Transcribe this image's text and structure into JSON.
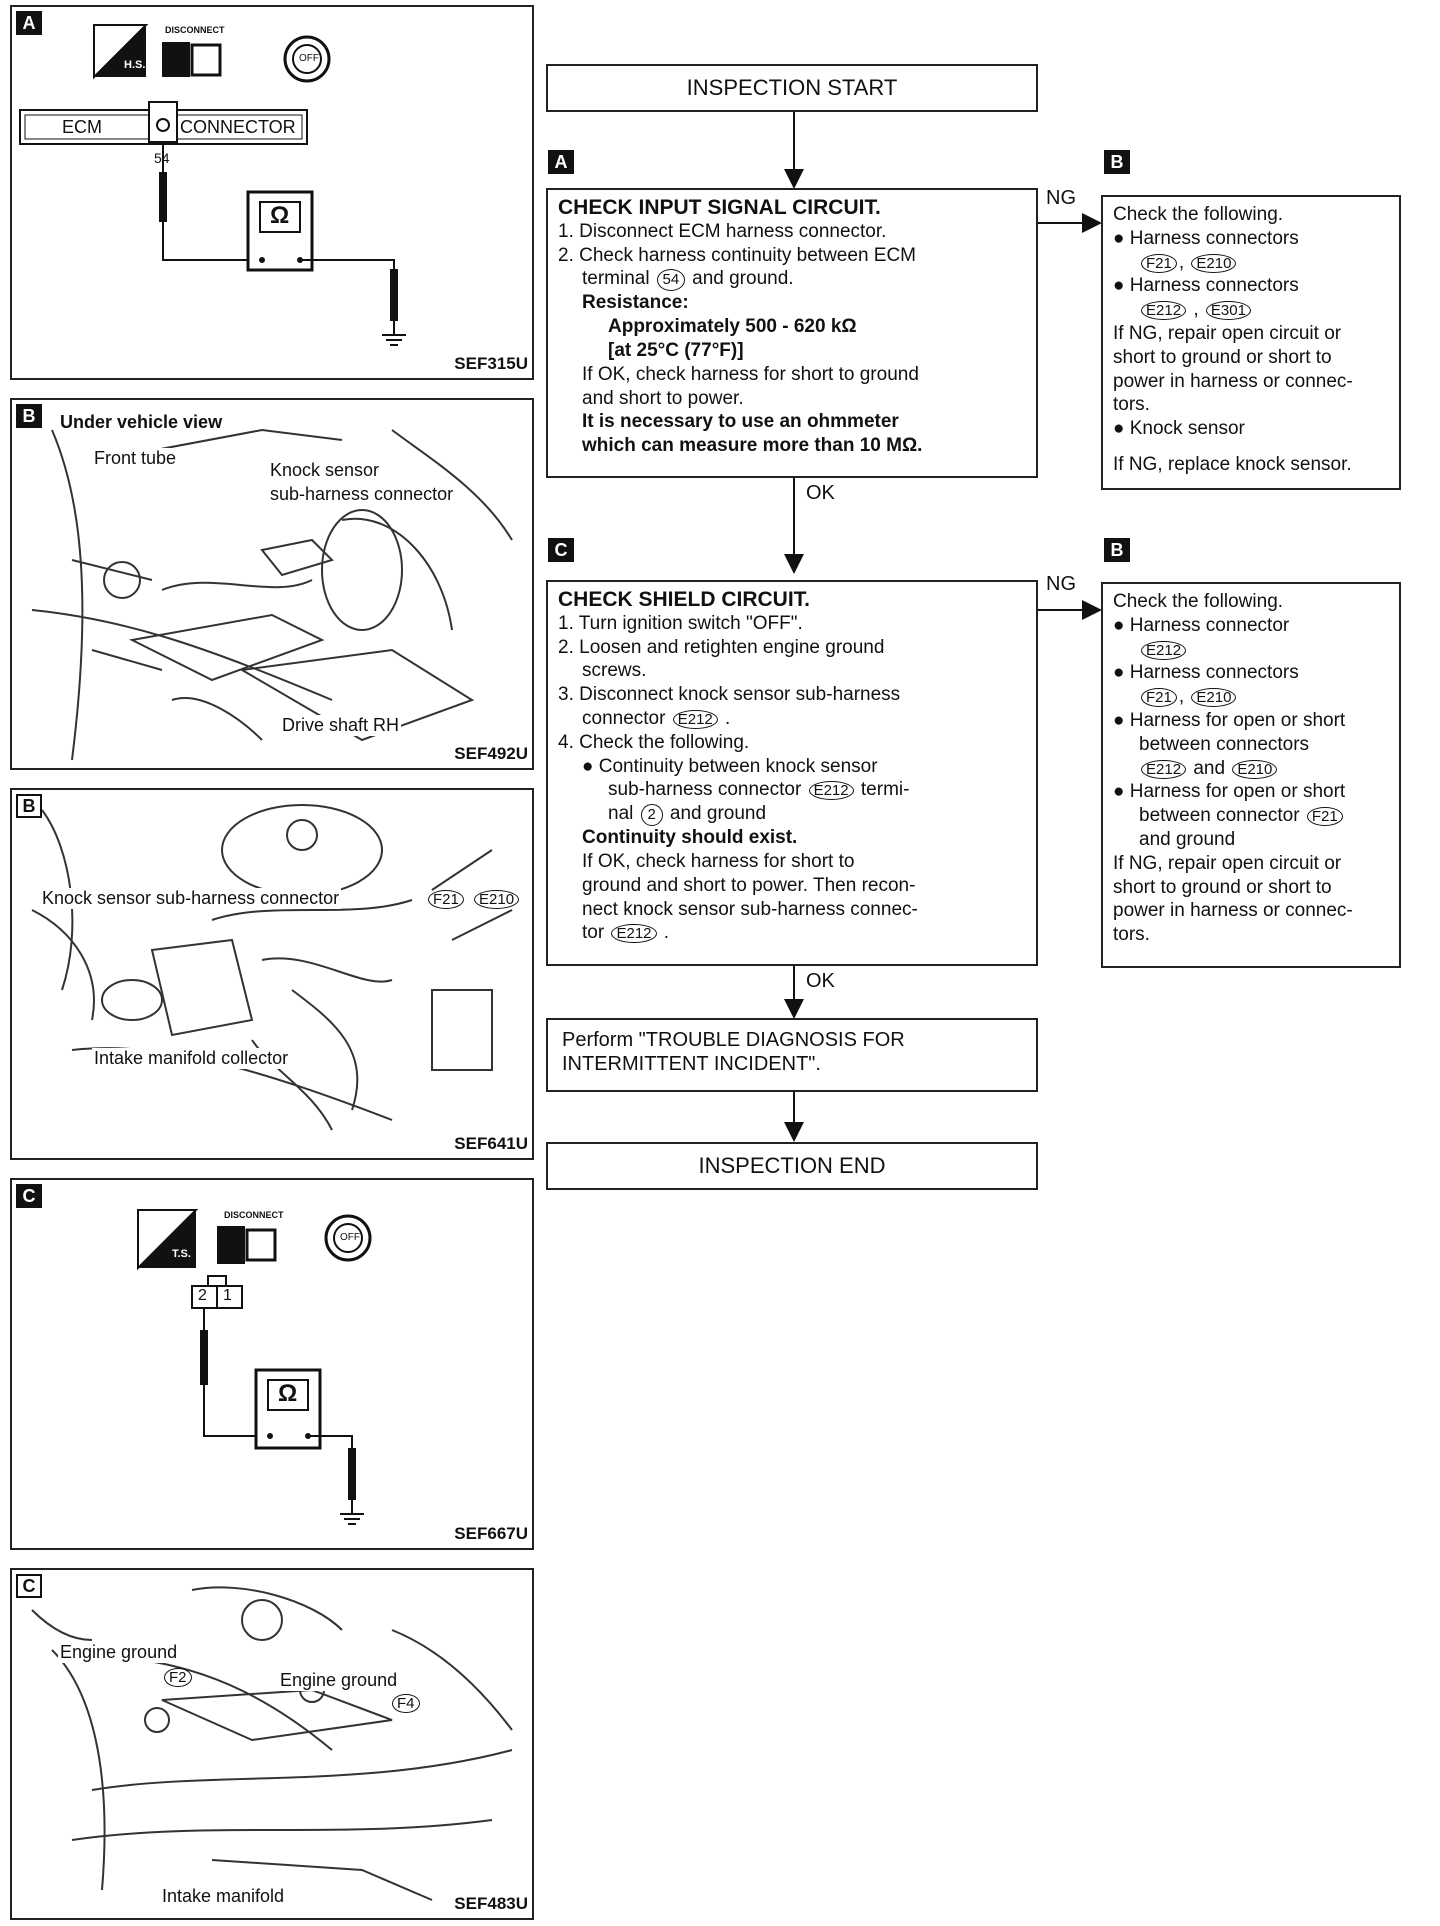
{
  "panels": [
    {
      "letter": "A",
      "code": "SEF315U",
      "ecm_label": "ECM",
      "connector_label": "CONNECTOR",
      "pin": "54",
      "hs_label": "H.S.",
      "disconnect_label": "DISCONNECT",
      "off_label": "OFF",
      "ohm": "Ω"
    },
    {
      "letter": "B",
      "code": "SEF492U",
      "heading": "Under vehicle view",
      "labels": [
        "Front tube",
        "Knock sensor",
        "sub-harness connector",
        "Drive shaft RH"
      ]
    },
    {
      "letter": "B",
      "code": "SEF641U",
      "labels": [
        "Knock sensor sub-harness connector",
        "Intake manifold collector"
      ],
      "conn1": "F21",
      "conn2": "E210"
    },
    {
      "letter": "C",
      "code": "SEF667U",
      "ts_label": "T.S.",
      "disconnect_label": "DISCONNECT",
      "off_label": "OFF",
      "pin_left": "2",
      "pin_right": "1",
      "ohm": "Ω"
    },
    {
      "letter": "C",
      "code": "SEF483U",
      "labels": [
        "Engine ground",
        "Engine ground",
        "Intake manifold"
      ],
      "conn1": "F2",
      "conn2": "F4"
    }
  ],
  "flow": {
    "start": "INSPECTION START",
    "end": "INSPECTION END",
    "ng": "NG",
    "ok": "OK",
    "step_a": {
      "letter": "A",
      "heading": "CHECK INPUT SIGNAL CIRCUIT.",
      "line1": "1. Disconnect ECM harness connector.",
      "line2": "2. Check harness continuity between ECM",
      "line3a": "terminal",
      "terminal": "54",
      "line3b": "and ground.",
      "resistance_label": "Resistance:",
      "resistance_value": "Approximately 500 - 620 kΩ",
      "resistance_temp": "[at 25°C (77°F)]",
      "line4": "If OK, check harness for short to ground",
      "line5": "and short to power.",
      "note1": "It is necessary to use an ohmmeter",
      "note2": "which can measure more than 10 MΩ."
    },
    "check_a": {
      "letter": "B",
      "intro": "Check the following.",
      "item1": "● Harness connectors",
      "c1": "F21",
      "c2": "E210",
      "item2": "● Harness connectors",
      "c3": "E212",
      "c4": "E301",
      "r1": "If NG, repair open circuit or",
      "r2": "short to ground or short to",
      "r3": "power in harness or connec-",
      "r4": "tors.",
      "item3": "● Knock sensor",
      "r5": "If NG, replace knock sensor."
    },
    "step_c": {
      "letter": "C",
      "heading": "CHECK SHIELD CIRCUIT.",
      "l1": "1. Turn ignition switch \"OFF\".",
      "l2": "2. Loosen and retighten engine ground",
      "l3": "screws.",
      "l4": "3. Disconnect knock sensor sub-harness",
      "l5a": "connector",
      "c1": "E212",
      "l6": "4. Check the following.",
      "l7": "● Continuity between knock sensor",
      "l8a": "sub-harness connector",
      "c2": "E212",
      "l8b": "termi-",
      "l9a": "nal",
      "pin": "2",
      "l9b": "and ground",
      "cont": "Continuity should exist.",
      "l10": "If OK, check harness for short to",
      "l11": "ground and short to power. Then recon-",
      "l12": "nect knock sensor sub-harness connec-",
      "l13a": "tor",
      "c3": "E212"
    },
    "check_c": {
      "letter": "B",
      "intro": "Check the following.",
      "i1": "● Harness connector",
      "c1": "E212",
      "i2": "● Harness connectors",
      "c2": "F21",
      "c3": "E210",
      "i3": "● Harness for open or short",
      "i3b": "between connectors",
      "c4": "E212",
      "and": "and",
      "c5": "E210",
      "i4": "● Harness for open or short",
      "i4b": "between connector",
      "c6": "F21",
      "i4c": "and ground",
      "r1": "If NG, repair open circuit or",
      "r2": "short to ground or short to",
      "r3": "power in harness or connec-",
      "r4": "tors."
    },
    "perform": {
      "l1": "Perform \"TROUBLE DIAGNOSIS FOR",
      "l2": "INTERMITTENT INCIDENT\"."
    }
  }
}
